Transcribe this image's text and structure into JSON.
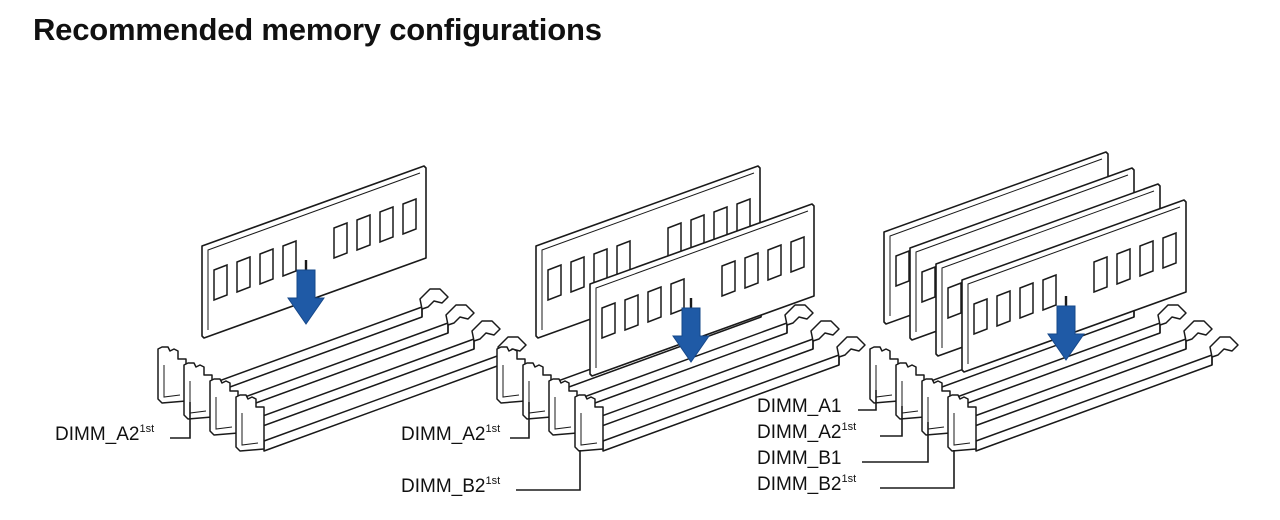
{
  "title": "Recommended memory configurations",
  "colors": {
    "arrow": "#1f5aa6",
    "outline": "#1a1a1a",
    "background": "#ffffff"
  },
  "configurations": [
    {
      "labels": [
        {
          "slot": "DIMM_A2",
          "sup": "1st"
        }
      ]
    },
    {
      "labels": [
        {
          "slot": "DIMM_A2",
          "sup": "1st"
        },
        {
          "slot": "DIMM_B2",
          "sup": "1st"
        }
      ]
    },
    {
      "labels": [
        {
          "slot": "DIMM_A1",
          "sup": ""
        },
        {
          "slot": "DIMM_A2",
          "sup": "1st"
        },
        {
          "slot": "DIMM_B1",
          "sup": ""
        },
        {
          "slot": "DIMM_B2",
          "sup": "1st"
        }
      ]
    }
  ]
}
